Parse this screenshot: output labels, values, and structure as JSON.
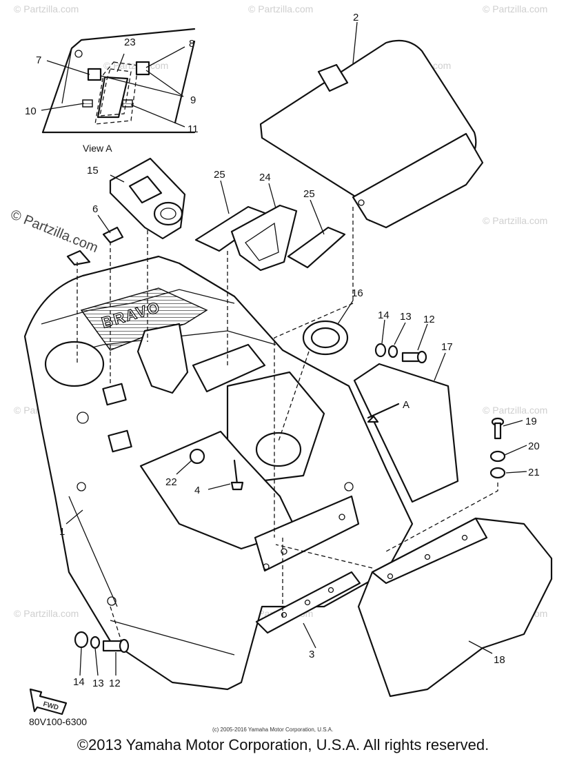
{
  "watermark": {
    "text": "© Partzilla.com",
    "prominent": "© Partzilla.com"
  },
  "view_label": "View A",
  "fwd_label": "FWD",
  "brand_text": "BRAVO",
  "part_number": "80V100-6300",
  "small_copyright": "(c) 2005-2016 Yamaha Motor Corporation, U.S.A.",
  "footer_copyright": "©2013 Yamaha Motor Corporation, U.S.A. All rights reserved.",
  "callouts": {
    "c1": "1",
    "c2": "2",
    "c3": "3",
    "c4": "4",
    "c6": "6",
    "c7": "7",
    "c8": "8",
    "c9": "9",
    "c10": "10",
    "c11": "11",
    "c12a": "12",
    "c12b": "12",
    "c13a": "13",
    "c13b": "13",
    "c14a": "14",
    "c14b": "14",
    "c15": "15",
    "c16": "16",
    "c17": "17",
    "c18": "18",
    "c19": "19",
    "c20": "20",
    "c21": "21",
    "c22": "22",
    "c23": "23",
    "c24": "24",
    "c25a": "25",
    "c25b": "25",
    "cA": "A"
  }
}
